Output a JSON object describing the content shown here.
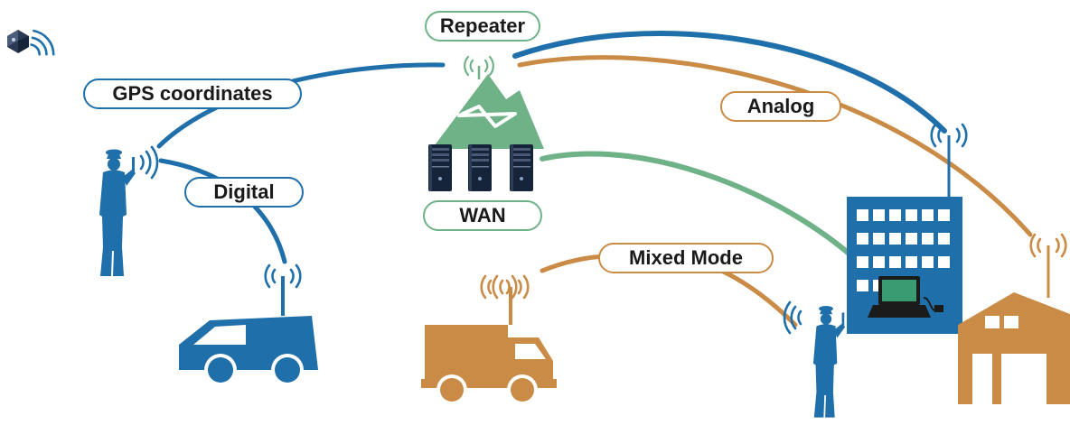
{
  "labels": {
    "repeater": "Repeater",
    "gps": "GPS coordinates",
    "digital": "Digital",
    "wan": "WAN",
    "analog": "Analog",
    "mixed_mode": "Mixed Mode"
  },
  "colors": {
    "blue": "#1f6fab",
    "orange": "#c98b45",
    "green": "#6fb287",
    "ink": "#1a1a1a"
  },
  "icons": [
    "satellite-icon",
    "mountain-icon",
    "server-icon",
    "person-icon",
    "van-icon",
    "truck-icon",
    "office-building-icon",
    "laptop-icon",
    "house-icon",
    "antenna-icon"
  ]
}
